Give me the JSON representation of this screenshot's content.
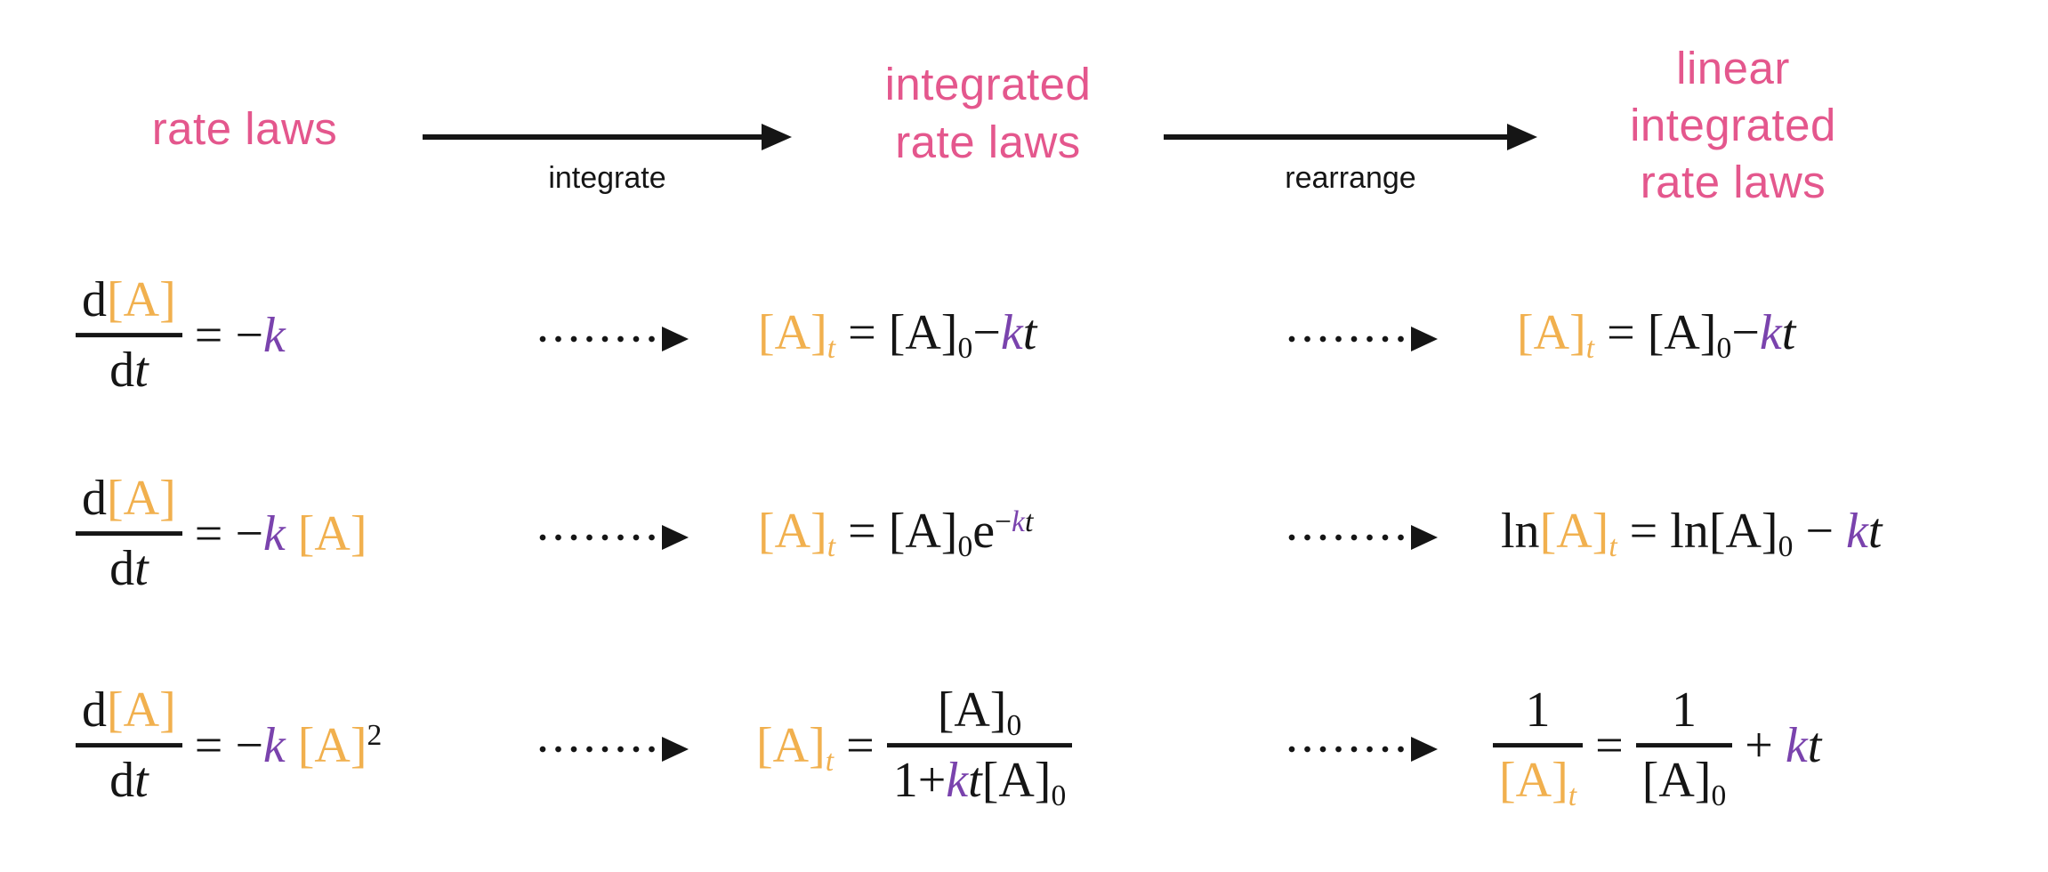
{
  "colors": {
    "pink": "#e4578d",
    "orange": "#f1b04e",
    "purple": "#7a43ad",
    "ink": "#151515"
  },
  "header": {
    "rate_laws": "rate laws",
    "integrate_label": "integrate",
    "integrated": {
      "line1": "integrated",
      "line2": "rate laws"
    },
    "rearrange_label": "rearrange",
    "linear": {
      "line1": "linear",
      "line2": "integrated",
      "line3": "rate laws"
    }
  },
  "equations": {
    "zero_order": {
      "rate_law": [
        {
          "frac": {
            "num": [
              {
                "t": "d"
              },
              {
                "t": "[A]",
                "c": "o"
              }
            ],
            "den": [
              {
                "t": "d"
              },
              {
                "t": "t",
                "i": true
              }
            ]
          }
        },
        {
          "t": " = −"
        },
        {
          "t": "k",
          "c": "p",
          "i": true
        }
      ],
      "integrated": [
        {
          "t": "[A]",
          "c": "o"
        },
        {
          "sub": [
            {
              "t": "t",
              "c": "o",
              "i": true
            }
          ]
        },
        {
          "t": " = "
        },
        {
          "t": "[A]"
        },
        {
          "sub": [
            {
              "t": "0"
            }
          ]
        },
        {
          "t": "−"
        },
        {
          "t": "k",
          "c": "p",
          "i": true
        },
        {
          "t": "t",
          "i": true
        }
      ],
      "linear": [
        {
          "t": "[A]",
          "c": "o"
        },
        {
          "sub": [
            {
              "t": "t",
              "c": "o",
              "i": true
            }
          ]
        },
        {
          "t": " = "
        },
        {
          "t": "[A]"
        },
        {
          "sub": [
            {
              "t": "0"
            }
          ]
        },
        {
          "t": "−"
        },
        {
          "t": "k",
          "c": "p",
          "i": true
        },
        {
          "t": "t",
          "i": true
        }
      ]
    },
    "first_order": {
      "rate_law": [
        {
          "frac": {
            "num": [
              {
                "t": "d"
              },
              {
                "t": "[A]",
                "c": "o"
              }
            ],
            "den": [
              {
                "t": "d"
              },
              {
                "t": "t",
                "i": true
              }
            ]
          }
        },
        {
          "t": " = −"
        },
        {
          "t": "k",
          "c": "p",
          "i": true
        },
        {
          "t": " "
        },
        {
          "t": "[A]",
          "c": "o"
        }
      ],
      "integrated": [
        {
          "t": "[A]",
          "c": "o"
        },
        {
          "sub": [
            {
              "t": "t",
              "c": "o",
              "i": true
            }
          ]
        },
        {
          "t": " = "
        },
        {
          "t": "[A]"
        },
        {
          "sub": [
            {
              "t": "0"
            }
          ]
        },
        {
          "t": "e"
        },
        {
          "sup": [
            {
              "t": "−"
            },
            {
              "t": "k",
              "c": "p",
              "i": true
            },
            {
              "t": "t",
              "i": true
            }
          ]
        }
      ],
      "linear": [
        {
          "t": "ln"
        },
        {
          "t": "[A]",
          "c": "o"
        },
        {
          "sub": [
            {
              "t": "t",
              "c": "o",
              "i": true
            }
          ]
        },
        {
          "t": " = "
        },
        {
          "t": "ln"
        },
        {
          "t": "[A]"
        },
        {
          "sub": [
            {
              "t": "0"
            }
          ]
        },
        {
          "t": " − "
        },
        {
          "t": "k",
          "c": "p",
          "i": true
        },
        {
          "t": "t",
          "i": true
        }
      ]
    },
    "second_order": {
      "rate_law": [
        {
          "frac": {
            "num": [
              {
                "t": "d"
              },
              {
                "t": "[A]",
                "c": "o"
              }
            ],
            "den": [
              {
                "t": "d"
              },
              {
                "t": "t",
                "i": true
              }
            ]
          }
        },
        {
          "t": " = −"
        },
        {
          "t": "k",
          "c": "p",
          "i": true
        },
        {
          "t": " "
        },
        {
          "t": "[A]",
          "c": "o"
        },
        {
          "sup": [
            {
              "t": "2"
            }
          ]
        }
      ],
      "integrated": [
        {
          "t": "[A]",
          "c": "o"
        },
        {
          "sub": [
            {
              "t": "t",
              "c": "o",
              "i": true
            }
          ]
        },
        {
          "t": " = "
        },
        {
          "frac": {
            "num": [
              {
                "t": "[A]"
              },
              {
                "sub": [
                  {
                    "t": "0"
                  }
                ]
              }
            ],
            "den": [
              {
                "t": "1+"
              },
              {
                "t": "k",
                "c": "p",
                "i": true
              },
              {
                "t": "t",
                "i": true
              },
              {
                "t": "[A]"
              },
              {
                "sub": [
                  {
                    "t": "0"
                  }
                ]
              }
            ]
          }
        }
      ],
      "linear": [
        {
          "frac": {
            "num": [
              {
                "t": "1"
              }
            ],
            "den": [
              {
                "t": "[A]",
                "c": "o"
              },
              {
                "sub": [
                  {
                    "t": "t",
                    "c": "o",
                    "i": true
                  }
                ]
              }
            ]
          }
        },
        {
          "t": " = "
        },
        {
          "frac": {
            "num": [
              {
                "t": "1"
              }
            ],
            "den": [
              {
                "t": "[A]"
              },
              {
                "sub": [
                  {
                    "t": "0"
                  }
                ]
              }
            ]
          }
        },
        {
          "t": " + "
        },
        {
          "t": "k",
          "c": "p",
          "i": true
        },
        {
          "t": "t",
          "i": true
        }
      ]
    }
  }
}
